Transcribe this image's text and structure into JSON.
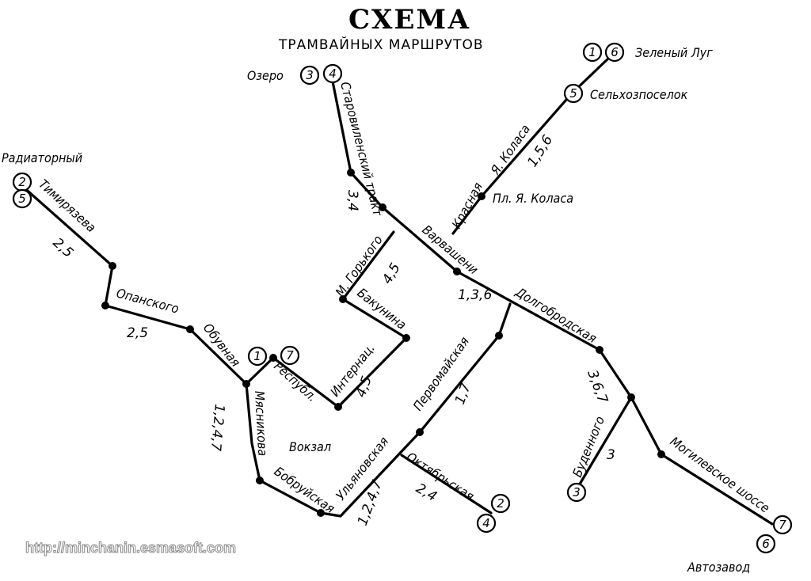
{
  "title": "СХЕМА",
  "subtitle": "ТРАМВАЙНЫХ МАРШРУТОВ",
  "watermark": "http://minchanin.esmasoft.com",
  "terminals": [
    {
      "name": "Озеро",
      "routes": [
        "3",
        "4"
      ]
    },
    {
      "name": "Зеленый Луг",
      "routes": [
        "1",
        "6"
      ]
    },
    {
      "name": "Сельхозпоселок",
      "routes": [
        "5"
      ]
    },
    {
      "name": "Радиаторный",
      "routes": [
        "2",
        "5"
      ]
    },
    {
      "name": "Республ.",
      "routes": [
        "1",
        "7"
      ]
    },
    {
      "name": "Октябрьская",
      "routes": [
        "2",
        "4"
      ]
    },
    {
      "name": "Буденного",
      "routes": [
        "3"
      ]
    },
    {
      "name": "Автозавод",
      "routes": [
        "7",
        "6"
      ]
    }
  ],
  "streets": [
    "Старовиленский тракт",
    "Красная",
    "Я. Колаcа",
    "Пл. Я. Коласа",
    "Варвашени",
    "Долгобродская",
    "М. Горького",
    "Бакунина",
    "Интернац.",
    "Тимирязева",
    "Опанского",
    "Обувная",
    "Мясникова",
    "Вокзал",
    "Бобруйская",
    "Ульяновская",
    "Первомайская",
    "Октябрьская",
    "Буденного",
    "Могилевское шоссе",
    "Республ."
  ],
  "route_labels": [
    "3,4",
    "1,5,6",
    "4,5",
    "1,3,6",
    "2,5",
    "2,5",
    "4,5",
    "1,2,4,7",
    "1,7",
    "1,2,4,7",
    "2,4",
    "3,6,7",
    "3"
  ]
}
